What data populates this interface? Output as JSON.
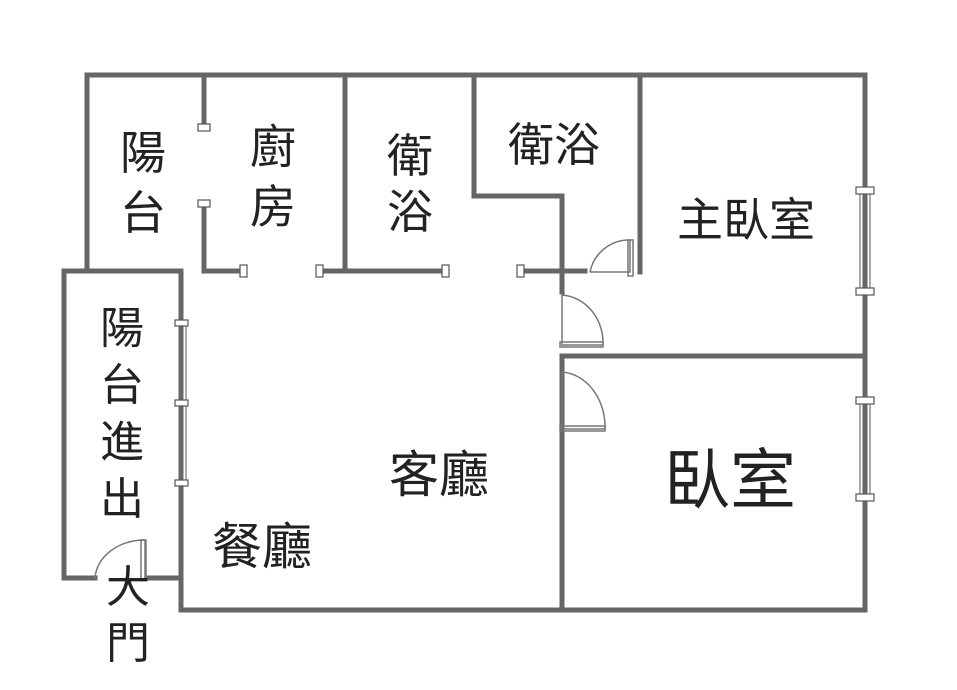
{
  "floorplan": {
    "rooms": {
      "kitchen_balcony": "陽\n台",
      "kitchen": "廚\n房",
      "bath_1": "衛\n浴",
      "bath_2": "衛浴",
      "master_bedroom": "主臥室",
      "entry_balcony": "陽\n台\n進\n出",
      "main_door": "大\n門",
      "living_room": "客廳",
      "dining_room": "餐廳",
      "bedroom": "臥室"
    },
    "colors": {
      "wall": "#666666",
      "text": "#222222",
      "background": "#ffffff"
    }
  }
}
